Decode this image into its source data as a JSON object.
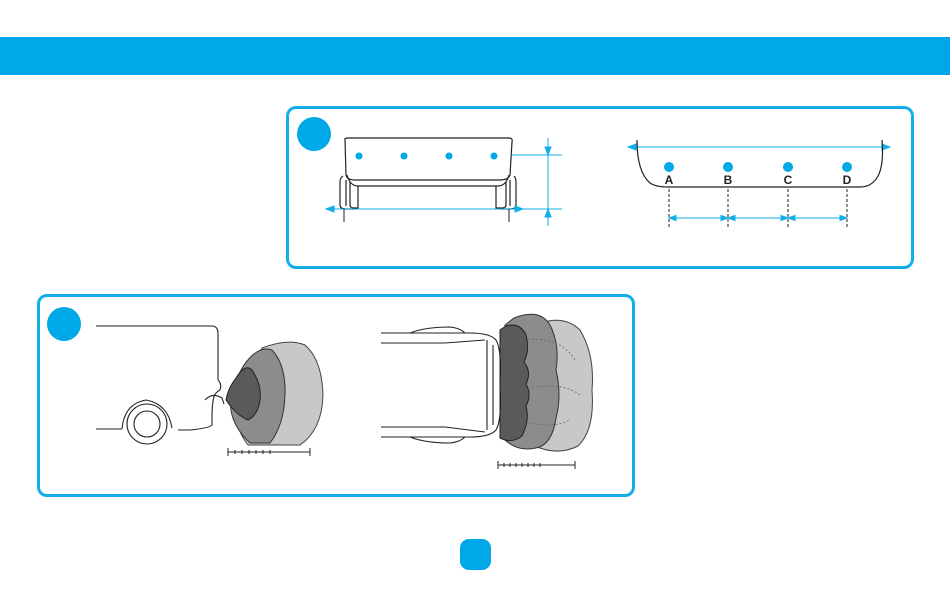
{
  "colors": {
    "accent": "#00a8e8",
    "line": "#222222",
    "dimension": "#12aee8",
    "zone_dark": "#5a5a5a",
    "zone_mid": "#8c8c8c",
    "zone_light": "#c8c8c8"
  },
  "sensor_layout": {
    "sensors": [
      {
        "label": "A"
      },
      {
        "label": "B"
      },
      {
        "label": "C"
      },
      {
        "label": "D"
      }
    ]
  },
  "icons": {
    "step_badges": [
      "circle-badge",
      "circle-badge"
    ],
    "page_badge": "rounded-square-badge"
  }
}
